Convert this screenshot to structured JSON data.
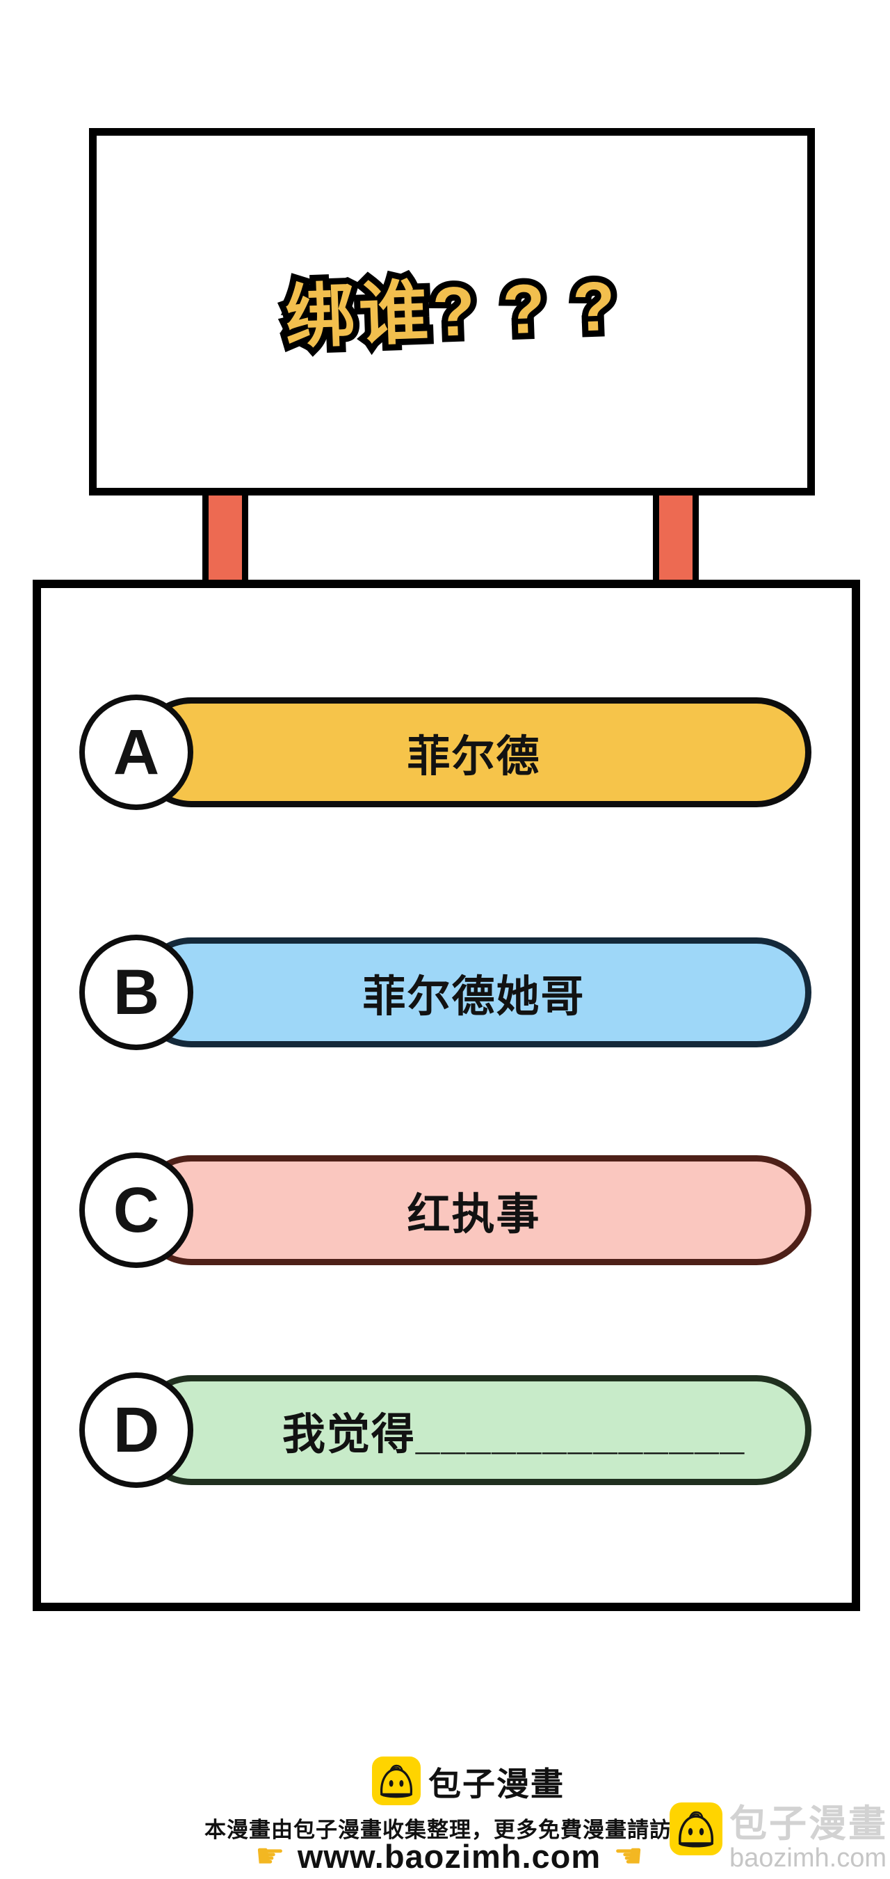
{
  "signboard": {
    "title": "绑谁? ? ?",
    "title_color": "#F2BF4E",
    "post_color": "#ED6A52"
  },
  "quiz": {
    "options": [
      {
        "letter": "A",
        "label": "菲尔德",
        "fill": "#F6C44A",
        "border": "#0D0D0D"
      },
      {
        "letter": "B",
        "label": "菲尔德她哥",
        "fill": "#9ED7F8",
        "border": "#14293A"
      },
      {
        "letter": "C",
        "label": "红执事",
        "fill": "#FAC7BF",
        "border": "#4E2018"
      },
      {
        "letter": "D",
        "label": "我觉得_____________",
        "fill": "#C8EBC9",
        "border": "#20301F"
      }
    ]
  },
  "footer": {
    "brand": "包子漫畫",
    "notice": "本漫畫由包子漫畫收集整理，更多免費漫畫請訪問",
    "url": "www.baozimh.com",
    "pointer_right_glyph": "☛",
    "pointer_left_glyph": "☚",
    "logo_color": "#FFD400"
  },
  "watermark": {
    "brand": "包子漫畫",
    "domain": "baozimh.com"
  }
}
